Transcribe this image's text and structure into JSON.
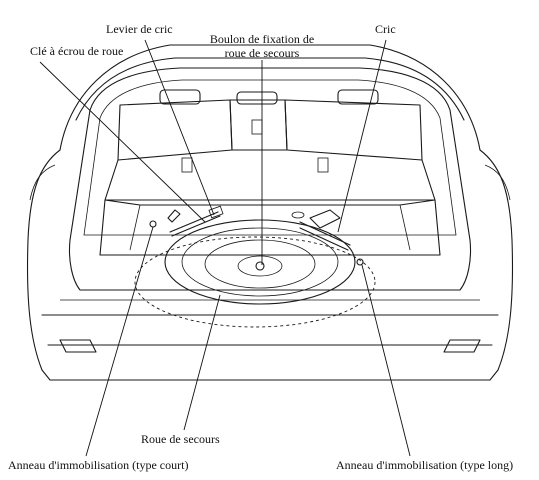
{
  "labels": {
    "jack_lever": "Levier de cric",
    "wheel_nut_wrench": "Clé à écrou de roue",
    "spare_bolt_line1": "Boulon de fixation de",
    "spare_bolt_line2": "roue de secours",
    "jack": "Cric",
    "spare_wheel": "Roue de secours",
    "tie_ring_short": "Anneau d'immobilisation (type court)",
    "tie_ring_long": "Anneau d'immobilisation (type long)"
  }
}
